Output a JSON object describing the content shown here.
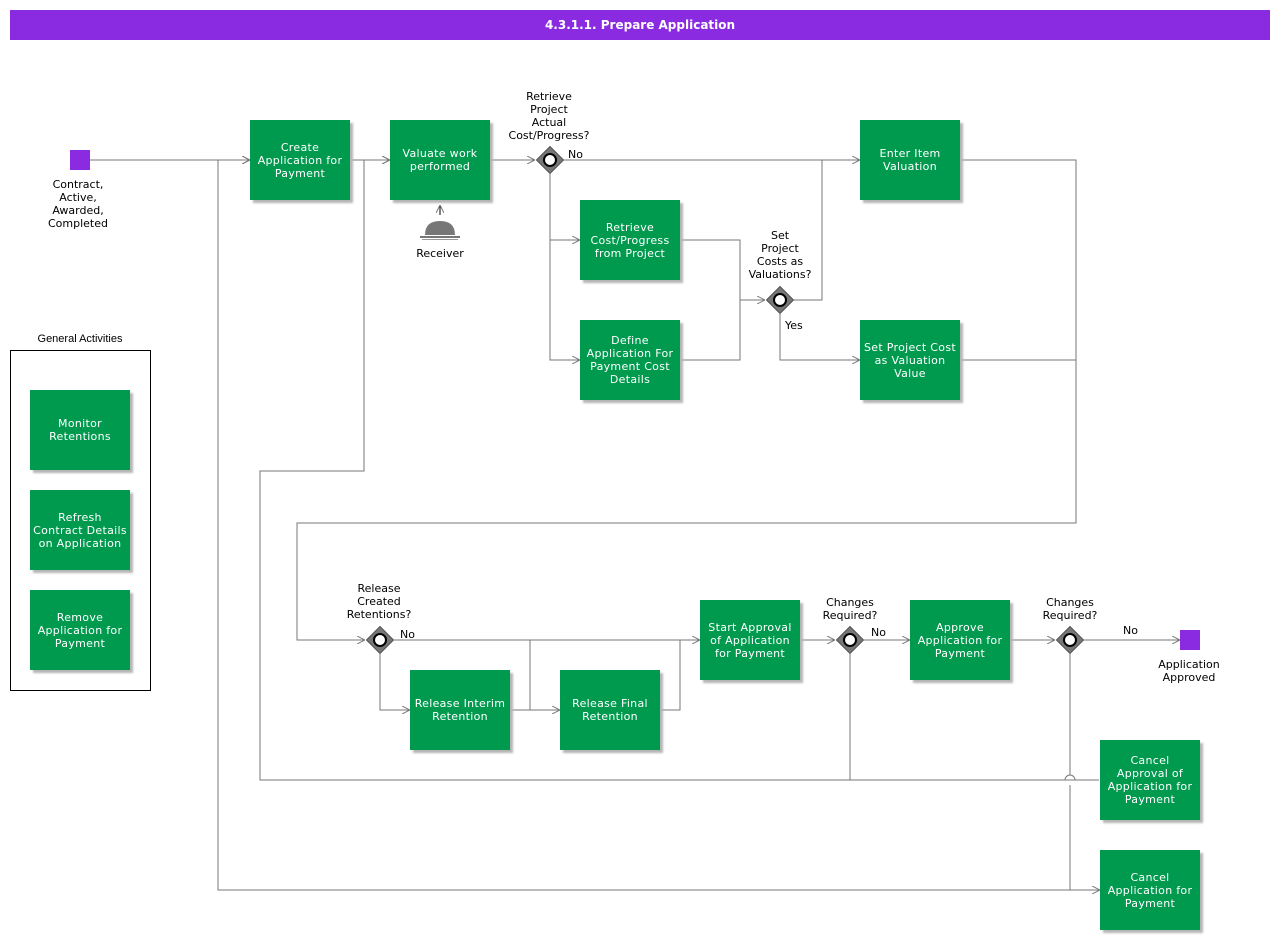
{
  "title": "4.3.1.1. Prepare Application",
  "colors": {
    "header": "#8a2be2",
    "task": "#009a4e",
    "event": "#8a2be2",
    "gateway": "#777777",
    "line": "#777777"
  },
  "events": {
    "start": "Contract,\nActive,\nAwarded,\nCompleted",
    "end": "Application\nApproved"
  },
  "resource": {
    "icon": "bell-icon",
    "label": "Receiver"
  },
  "tasks": {
    "create": "Create Application for Payment",
    "valuate": "Valuate work performed",
    "retrieve": "Retrieve Cost/Progress from Project",
    "define": "Define Application For Payment Cost Details",
    "enter": "Enter Item Valuation",
    "setcost": "Set Project Cost as Valuation Value",
    "release_interim": "Release Interim Retention",
    "release_final": "Release Final Retention",
    "start_approval": "Start Approval of Application for Payment",
    "approve": "Approve Application for Payment",
    "cancel_approval": "Cancel Approval of Application for Payment",
    "cancel": "Cancel Application for Payment"
  },
  "gateways": {
    "retrieve_actual": "Retrieve\nProject\nActual\nCost/Progress?",
    "set_costs": "Set\nProject\nCosts as\nValuations?",
    "release_created": "Release\nCreated\nRetentions?",
    "changes1": "Changes\nRequired?",
    "changes2": "Changes\nRequired?"
  },
  "flow_labels": {
    "no": "No",
    "yes": "Yes"
  },
  "general": {
    "title": "General Activities",
    "items": [
      "Monitor Retentions",
      "Refresh Contract Details on Application",
      "Remove Application for Payment"
    ]
  }
}
